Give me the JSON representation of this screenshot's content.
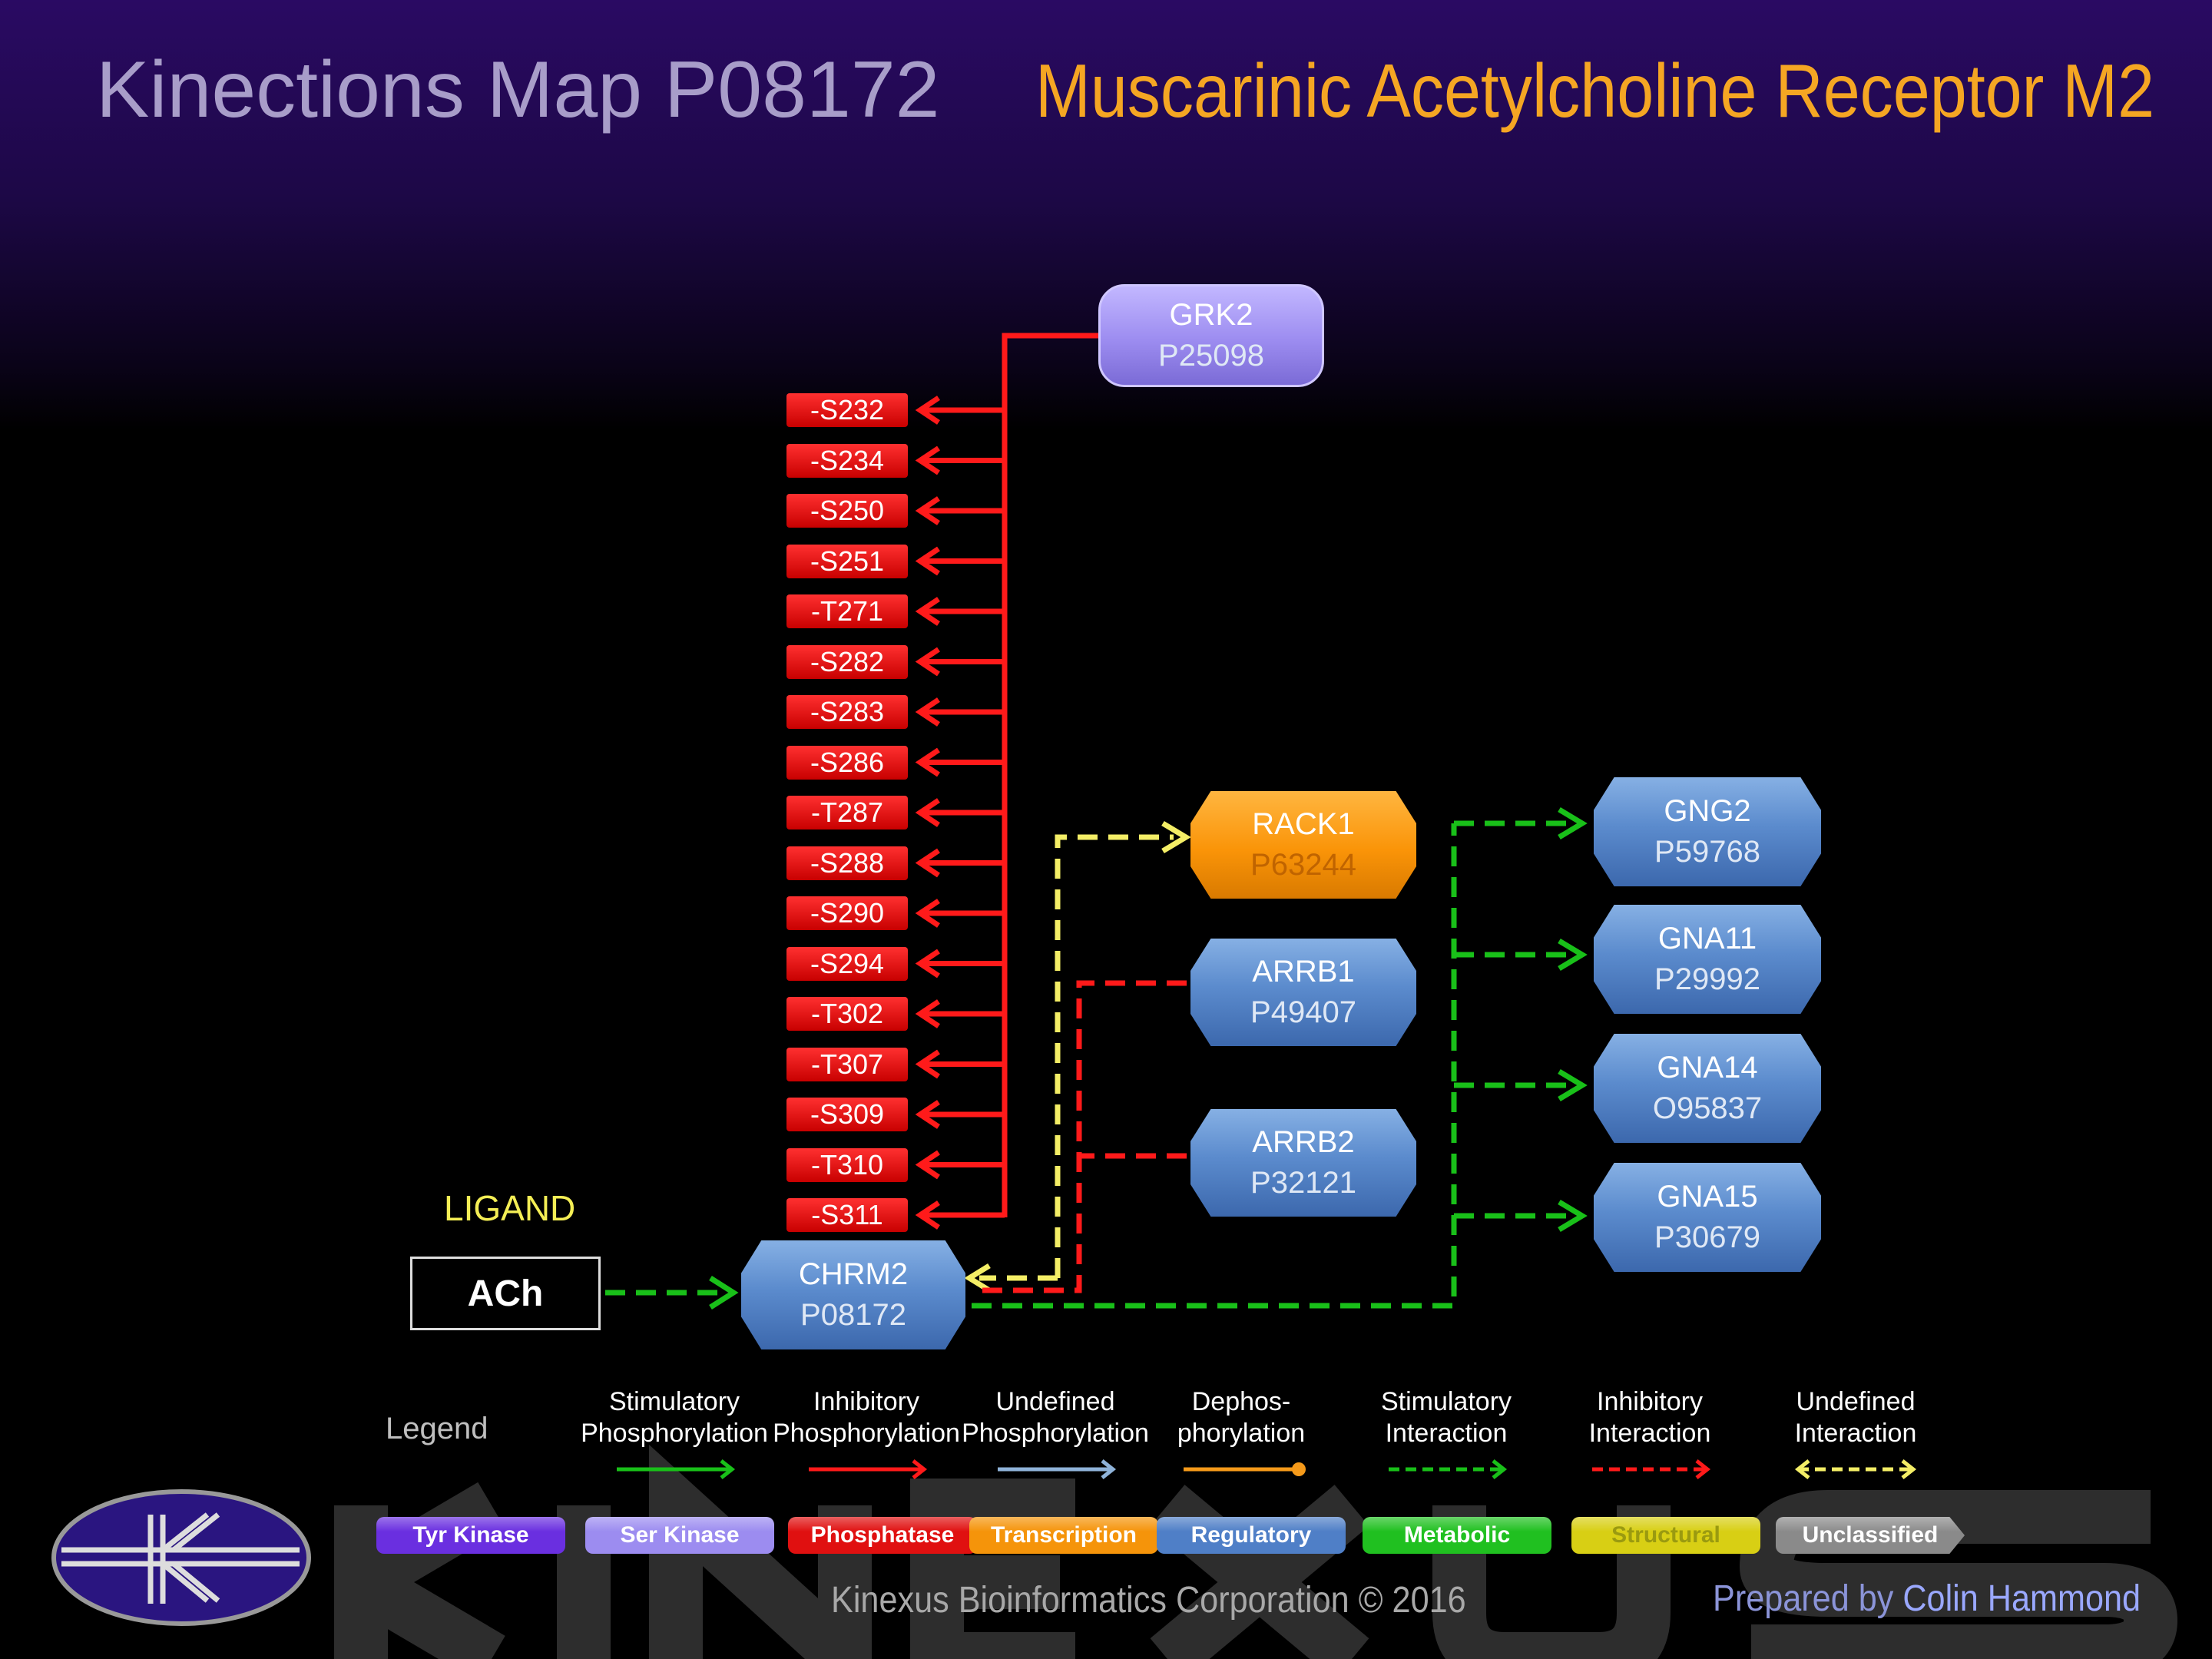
{
  "header": {
    "title_left": "Kinections Map P08172",
    "title_right": "Muscarinic Acetylcholine Receptor M2"
  },
  "nodes": {
    "grk2": {
      "name": "GRK2",
      "acc": "P25098",
      "class": "Ser Kinase"
    },
    "chrm2": {
      "name": "CHRM2",
      "acc": "P08172",
      "class": "Regulatory"
    },
    "rack1": {
      "name": "RACK1",
      "acc": "P63244",
      "class": "Transcription"
    },
    "arrb1": {
      "name": "ARRB1",
      "acc": "P49407",
      "class": "Regulatory"
    },
    "arrb2": {
      "name": "ARRB2",
      "acc": "P32121",
      "class": "Regulatory"
    },
    "gng2": {
      "name": "GNG2",
      "acc": "P59768",
      "class": "Regulatory"
    },
    "gna11": {
      "name": "GNA11",
      "acc": "P29992",
      "class": "Regulatory"
    },
    "gna14": {
      "name": "GNA14",
      "acc": "O95837",
      "class": "Regulatory"
    },
    "gna15": {
      "name": "GNA15",
      "acc": "P30679",
      "class": "Regulatory"
    }
  },
  "sites": [
    "-S232",
    "-S234",
    "-S250",
    "-S251",
    "-T271",
    "-S282",
    "-S283",
    "-S286",
    "-T287",
    "-S288",
    "-S290",
    "-S294",
    "-T302",
    "-T307",
    "-S309",
    "-T310",
    "-S311"
  ],
  "ligand": {
    "label": "LIGAND",
    "name": "ACh"
  },
  "legend": {
    "title": "Legend",
    "arrows": [
      {
        "line1": "Stimulatory",
        "line2": "Phosphorylation",
        "color": "#19c019"
      },
      {
        "line1": "Inhibitory",
        "line2": "Phosphorylation",
        "color": "#ff1a1a"
      },
      {
        "line1": "Undefined",
        "line2": "Phosphorylation",
        "color": "#8fb3d9"
      },
      {
        "line1": "Dephos-",
        "line2": "phorylation",
        "color": "#f59a1a"
      },
      {
        "line1": "Stimulatory",
        "line2": "Interaction",
        "color": "#19c019"
      },
      {
        "line1": "Inhibitory",
        "line2": "Interaction",
        "color": "#ff1a1a"
      },
      {
        "line1": "Undefined",
        "line2": "Interaction",
        "color": "#f4ee66"
      }
    ],
    "classes": [
      {
        "label": "Tyr Kinase",
        "color": "#6a2fe0"
      },
      {
        "label": "Ser Kinase",
        "color": "#9c8cf0"
      },
      {
        "label": "Phosphatase",
        "color": "#e01010"
      },
      {
        "label": "Transcription",
        "color": "#f5940a"
      },
      {
        "label": "Regulatory",
        "color": "#4f7fc7"
      },
      {
        "label": "Metabolic",
        "color": "#20c020"
      },
      {
        "label": "Structural",
        "color": "#d8cf14"
      },
      {
        "label": "Unclassified",
        "color": "#8a8a8a"
      }
    ]
  },
  "footer": {
    "company": "Kinexus Bioinformatics Corporation © 2016",
    "prepared_label": "Prepared by",
    "prepared_name": "Colin Hammond"
  },
  "colors": {
    "accent_title": "#f5a623",
    "inhibitory": "#ff1a1a",
    "stimulatory": "#19c019",
    "undefined": "#f4ee66"
  }
}
